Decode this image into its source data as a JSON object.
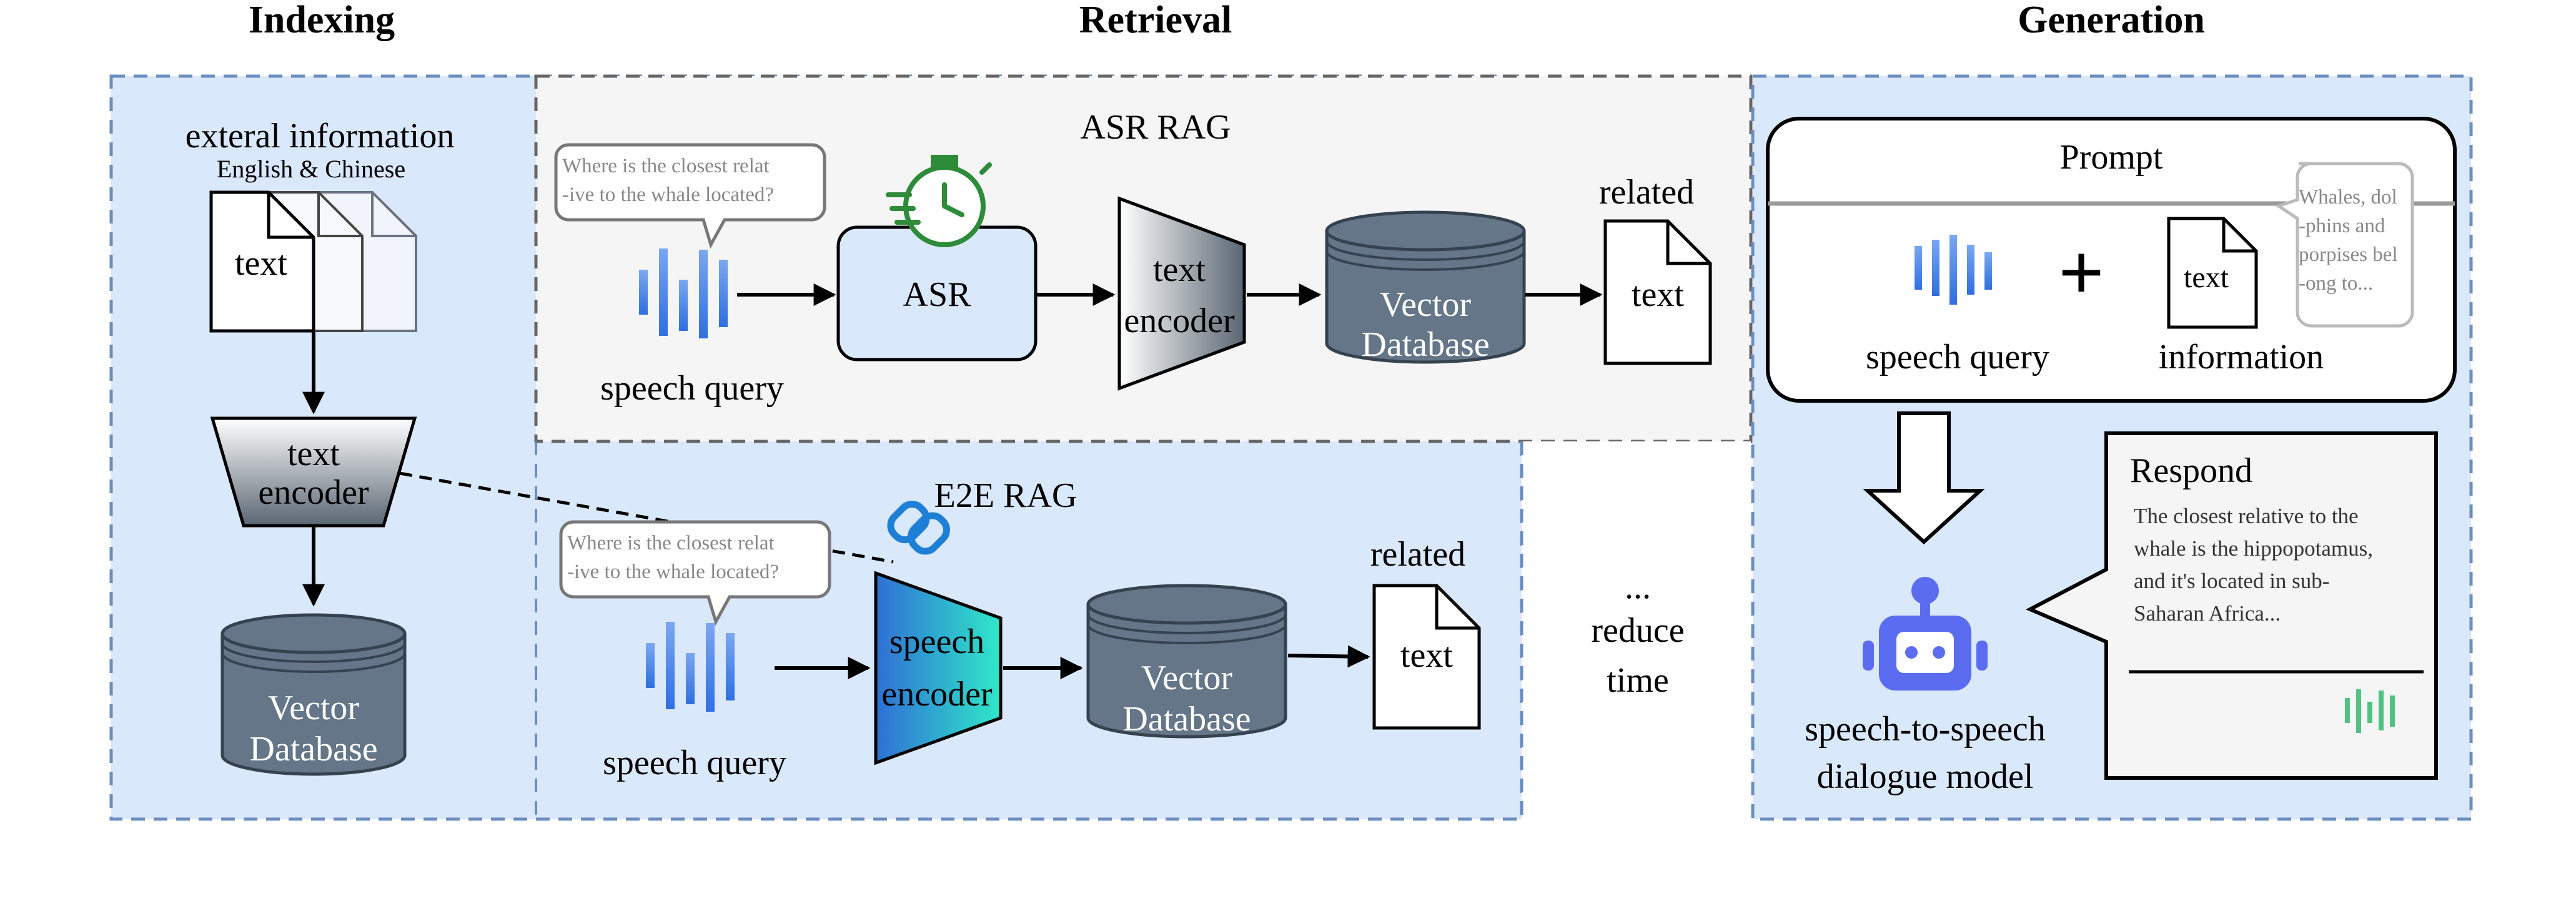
{
  "headers": {
    "indexing": "Indexing",
    "retrieval": "Retrieval",
    "generation": "Generation"
  },
  "indexing": {
    "title": "exteral information",
    "subtitle": "English & Chinese",
    "doc_label": "text",
    "encoder_line1": "text",
    "encoder_line2": "encoder",
    "db_line1": "Vector",
    "db_line2": "Database"
  },
  "asr_rag": {
    "title": "ASR RAG",
    "bubble_line1": "Where is the closest relat",
    "bubble_line2": "-ive to the whale located?",
    "speech_label": "speech query",
    "asr_label": "ASR",
    "encoder_line1": "text",
    "encoder_line2": "encoder",
    "db_line1": "Vector",
    "db_line2": "Database",
    "related_label": "related",
    "doc_label": "text"
  },
  "e2e_rag": {
    "title": "E2E RAG",
    "bubble_line1": "Where is the closest relat",
    "bubble_line2": "-ive to the whale located?",
    "speech_label": "speech query",
    "encoder_line1": "speech",
    "encoder_line2": "encoder",
    "db_line1": "Vector",
    "db_line2": "Database",
    "related_label": "related",
    "doc_label": "text"
  },
  "reduce": {
    "line1": "...",
    "line2": "reduce",
    "line3": "time"
  },
  "generation": {
    "prompt_title": "Prompt",
    "speech_label": "speech query",
    "plus": "+",
    "doc_label": "text",
    "info_label": "information",
    "bubble_lines": [
      "Whales, dol",
      "-phins and",
      "porpises bel",
      "-ong to..."
    ],
    "model_line1": "speech-to-speech",
    "model_line2": "dialogue model",
    "respond_title": "Respond",
    "respond_lines": [
      "The closest relative to the",
      "whale is the hippopotamus,",
      "and it's located in sub-",
      "Saharan Africa..."
    ]
  },
  "colors": {
    "panel_blue": "#dae8fc",
    "panel_border": "#6c8ebf",
    "asr_panel": "#f5f5f5",
    "db_fill": "#647687",
    "wave_blue": "#4a86e8",
    "wave_green": "#4fc381",
    "robot": "#5b6cf0",
    "stopwatch": "#2e8b3a",
    "link_icon": "#1e7fd6"
  }
}
